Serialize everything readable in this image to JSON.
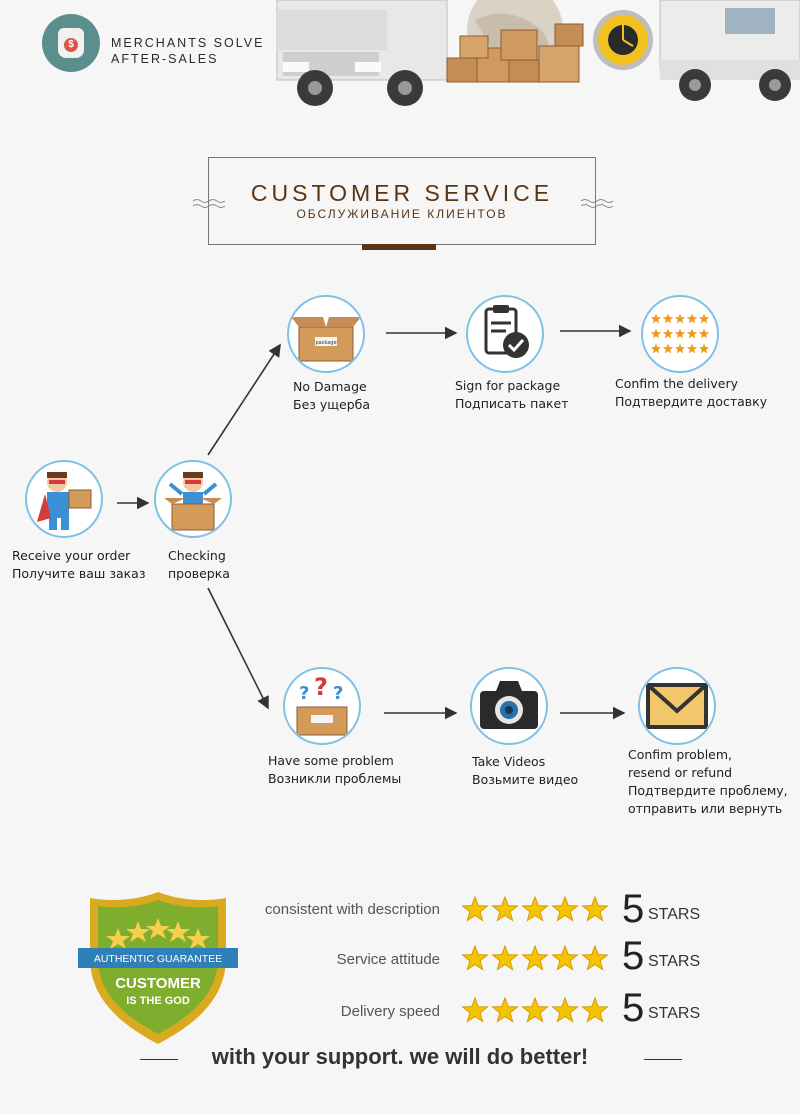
{
  "header": {
    "brand_line1": "MERCHANTS SOLVE",
    "brand_line2": "AFTER-SALES",
    "logo_coin": "$"
  },
  "title": {
    "en": "CUSTOMER SERVICE",
    "ru": "ОБСЛУЖИВАНИЕ КЛИЕНТОВ"
  },
  "flow": {
    "receive": {
      "en": "Receive your order",
      "ru": "Получите ваш заказ"
    },
    "checking": {
      "en": "Checking",
      "ru": "проверка"
    },
    "no_damage": {
      "en": "No Damage",
      "ru": "Без ущерба"
    },
    "sign": {
      "en": "Sign for package",
      "ru": "Подписать пакет"
    },
    "confirm_delivery": {
      "en": "Confim the delivery",
      "ru": "Подтвердите доставку"
    },
    "problem": {
      "en": "Have some problem",
      "ru": "Возникли проблемы"
    },
    "videos": {
      "en": "Take Videos",
      "ru": "Возьмите видео"
    },
    "confirm_problem": {
      "line1": "Confim problem,",
      "line2": "resend or refund",
      "line3": "Подтвердите проблему,",
      "line4": "отправить или вернуть"
    },
    "box_tag": "package"
  },
  "badge": {
    "ribbon": "AUTHENTIC GUARANTEE",
    "line1": "CUSTOMER",
    "line2": "IS THE GOD"
  },
  "ratings": [
    {
      "label": "consistent with description",
      "value": "5",
      "unit": "STARS",
      "stars": 5
    },
    {
      "label": "Service attitude",
      "value": "5",
      "unit": "STARS",
      "stars": 5
    },
    {
      "label": "Delivery speed",
      "value": "5",
      "unit": "STARS",
      "stars": 5
    }
  ],
  "footer": {
    "text": "with your support. we will do better!"
  },
  "colors": {
    "accent_brown": "#5a3514",
    "node_border": "#7fc0e6",
    "star_gold": "#f5c400",
    "badge_green": "#7fae2e",
    "badge_gold": "#d9a920",
    "ribbon_blue": "#2f7fb9"
  }
}
